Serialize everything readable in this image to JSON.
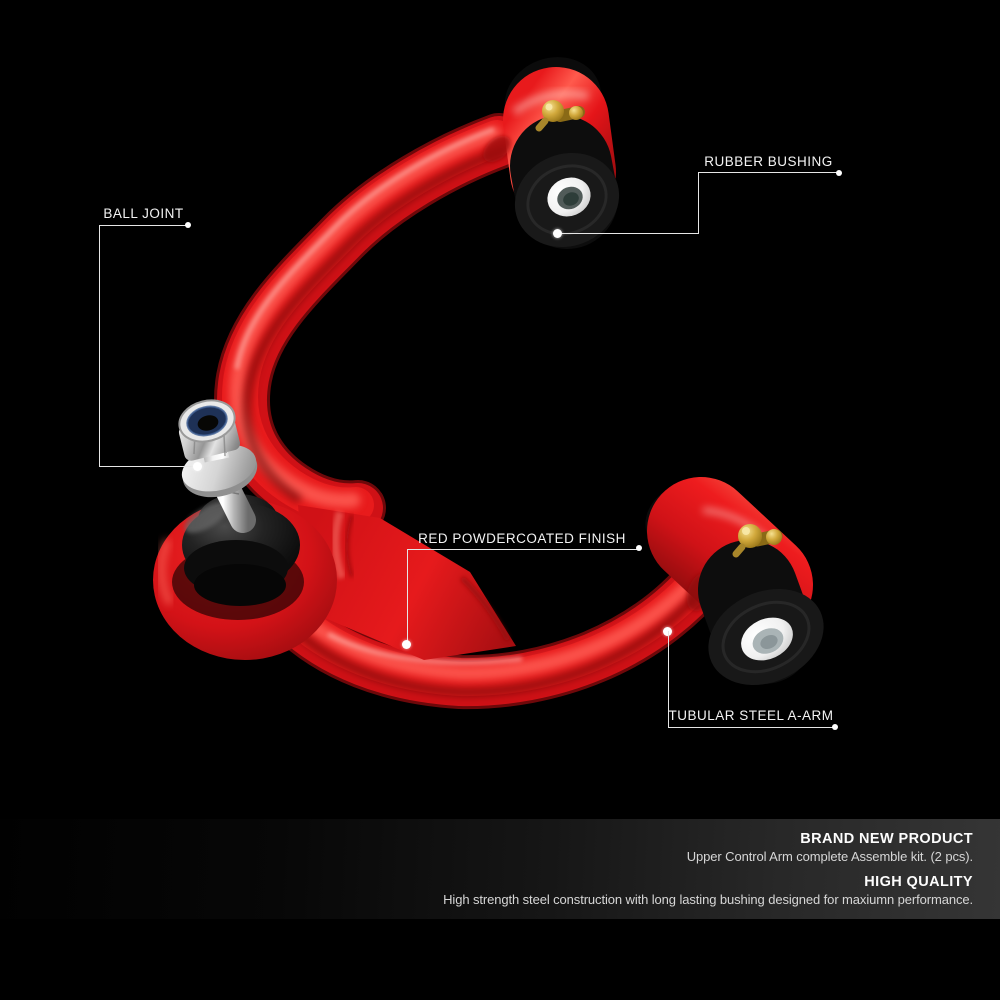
{
  "background_color": "#000000",
  "product_illustration": {
    "description": "red tubular upper control arm with two rubber bushings, brass grease fittings and a ball joint",
    "colors": {
      "powdercoat_red": "#d31217",
      "red_highlight": "#ff5d52",
      "red_shadow": "#7a090b",
      "rubber_black": "#111111",
      "metal_sleeve_silver": "#ececec",
      "grease_fitting_brass": "#cfa63a",
      "ball_joint_chrome": "#dcdcdc",
      "lock_nut_nylon_blue": "#1e3156",
      "background": "#000000"
    }
  },
  "callouts": [
    {
      "id": "rubber-bushing",
      "label": "RUBBER BUSHING"
    },
    {
      "id": "ball-joint",
      "label": "BALL JOINT"
    },
    {
      "id": "red-powdercoated-finish",
      "label": "RED POWDERCOATED FINISH"
    },
    {
      "id": "tubular-steel-a-arm",
      "label": "TUBULAR STEEL A-ARM"
    }
  ],
  "footer": {
    "sections": [
      {
        "heading": "BRAND NEW PRODUCT",
        "body": "Upper Control Arm complete Assemble kit. (2 pcs)."
      },
      {
        "heading": "HIGH QUALITY",
        "body": "High strength steel construction with long lasting bushing designed for maxiumn performance."
      }
    ]
  }
}
